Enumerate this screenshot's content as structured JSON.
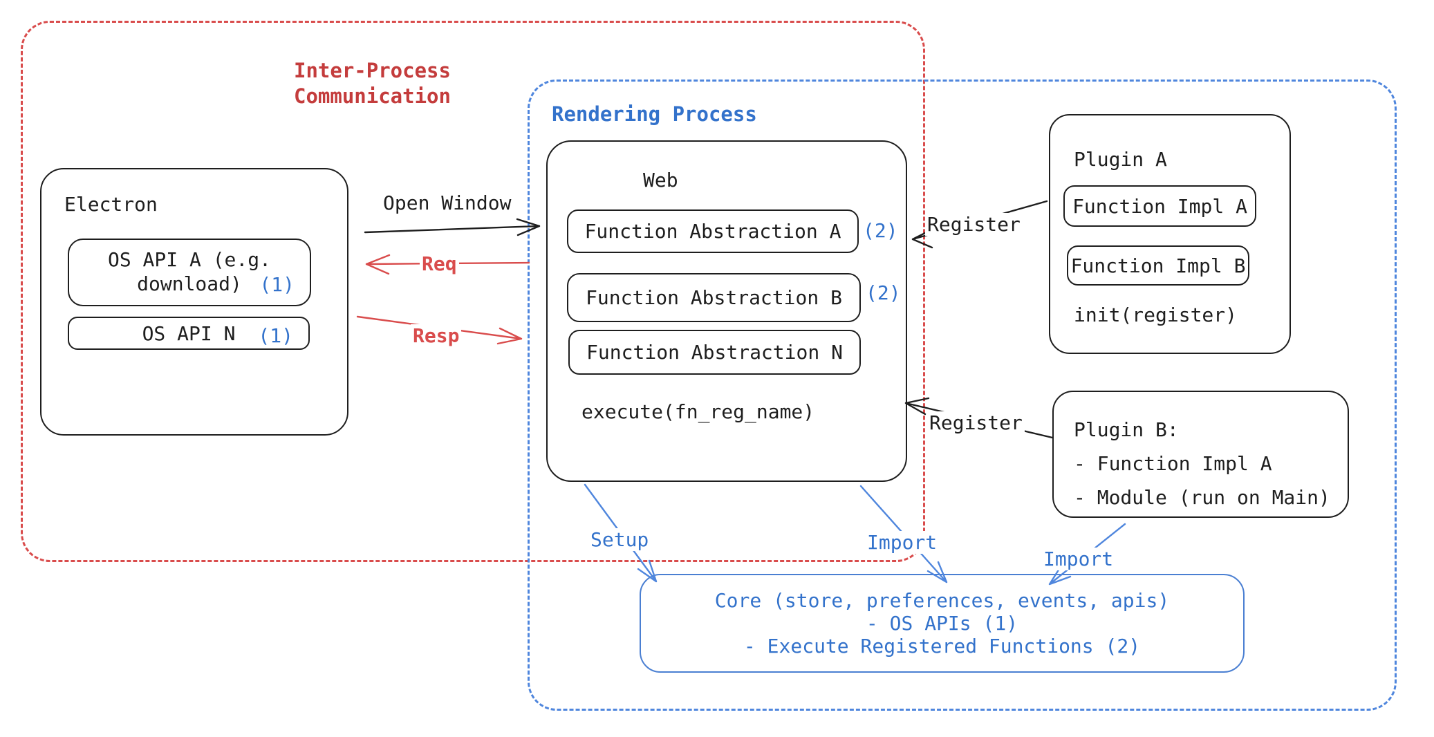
{
  "ipc_region": {
    "title_line1": "Inter-Process",
    "title_line2": "Communication"
  },
  "rendering_region": {
    "title": "Rendering Process"
  },
  "electron": {
    "title": "Electron",
    "os_api_a": {
      "line1": "OS API A (e.g.",
      "line2": "download)",
      "ref": "(1)"
    },
    "os_api_n": {
      "label": "OS API N",
      "ref": "(1)"
    }
  },
  "web": {
    "title": "Web",
    "abstractions": [
      {
        "label": "Function Abstraction A",
        "ref": "(2)"
      },
      {
        "label": "Function Abstraction B",
        "ref": "(2)"
      },
      {
        "label": "Function Abstraction N",
        "ref": ""
      }
    ],
    "execute_label": "execute(fn_reg_name)"
  },
  "plugin_a": {
    "title": "Plugin A",
    "impl_a": "Function Impl A",
    "impl_b": "Function Impl B",
    "init_label": "init(register)"
  },
  "plugin_b": {
    "title": "Plugin B:",
    "item1": "- Function Impl A",
    "item2": "- Module (run on Main)"
  },
  "core": {
    "line1": "Core (store, preferences, events, apis)",
    "line2": "- OS APIs (1)",
    "line3": "- Execute Registered Functions (2)"
  },
  "arrows": {
    "open_window": "Open Window",
    "req": "Req",
    "resp": "Resp",
    "register_plugin_a": "Register",
    "register_plugin_b": "Register",
    "setup": "Setup",
    "import_web": "Import",
    "import_plugin_b": "Import"
  },
  "colors": {
    "ink": "#1e1e1e",
    "red": "#d94c4c",
    "red_label": "#c43c3c",
    "blue": "#3372cb",
    "blue_dash": "#4f86dd",
    "blue_border": "#4a7fd2"
  }
}
